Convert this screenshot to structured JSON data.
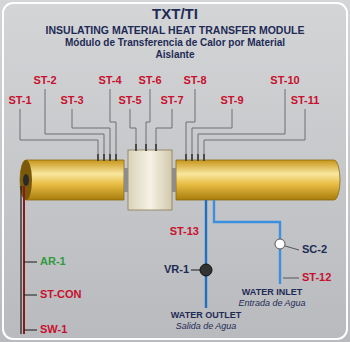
{
  "diagram": {
    "title": "TXT/TI",
    "labels": [
      "INSULATING MATERIAL HEAT TRANSFER MODULE",
      "Módulo de Transferencia de Calor por Material Aislante",
      "ST-2",
      "ST-4",
      "ST-6",
      "ST-8",
      "ST-10",
      "ST-1",
      "ST-3",
      "ST-5",
      "ST-7",
      "ST-9",
      "ST-11",
      "ST-13",
      "SC-2",
      "ST-12",
      "VR-1",
      "WATER INLET",
      "Entrada de Agua",
      "WATER OUTLET",
      "Salida de Agua",
      "AR-1",
      "ST-CON",
      "SW-1"
    ]
  }
}
